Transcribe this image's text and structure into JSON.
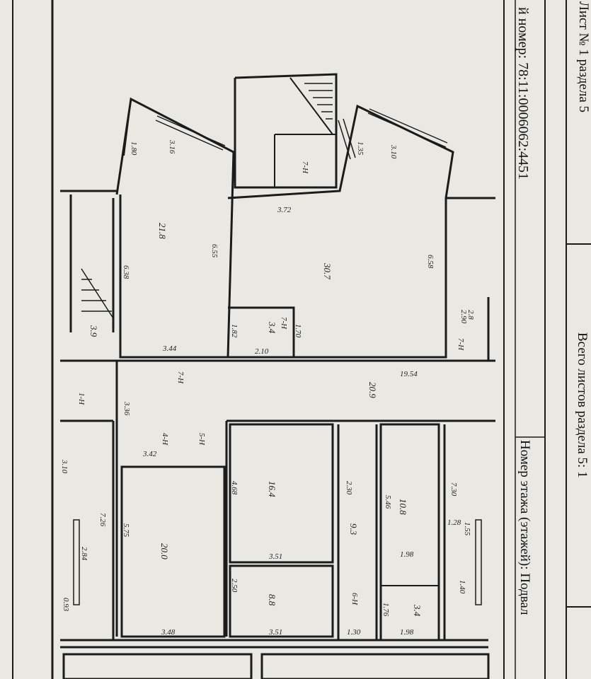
{
  "title_block": {
    "sheet_label": "Лист № 1 раздела 5",
    "total_sheets": "Всего листов раздела 5: 1",
    "floor_label": "Номер этажа (этажей): Подвал",
    "cadastral": "й номер: 78:11:0006062:4451"
  },
  "rooms": [
    {
      "id": "r1",
      "area": "21.8"
    },
    {
      "id": "r2",
      "area": "30.7"
    },
    {
      "id": "r3",
      "area": "3.4"
    },
    {
      "id": "r4",
      "area": "20.9"
    },
    {
      "id": "r5",
      "area": "16.4"
    },
    {
      "id": "r6",
      "area": "9.3"
    },
    {
      "id": "r7",
      "area": "10.8"
    },
    {
      "id": "r8",
      "area": "20.0"
    },
    {
      "id": "r9",
      "area": "8.8"
    },
    {
      "id": "r10",
      "area": "3.4"
    },
    {
      "id": "r11",
      "area": "3.9"
    }
  ],
  "dimensions": [
    "1.80",
    "3.16",
    "3.72",
    "1.35",
    "3.10",
    "6.38",
    "6.55",
    "6.58",
    "1.82",
    "2.10",
    "1.70",
    "3.44",
    "19.54",
    "3.36",
    "3.42",
    "3.10",
    "7.26",
    "2.84",
    "0.93",
    "4.68",
    "5.75",
    "3.51",
    "2.50",
    "3.51",
    "3.48",
    "2.30",
    "5.46",
    "7.30",
    "1.28",
    "1.55",
    "1.40",
    "1.98",
    "1.76",
    "1.98",
    "1.30",
    "2.90",
    "2.8"
  ],
  "marks": [
    "7-Н",
    "7-Н",
    "7-Н",
    "7-Н",
    "4-Н",
    "5-Н",
    "1-Н",
    "6-Н"
  ]
}
